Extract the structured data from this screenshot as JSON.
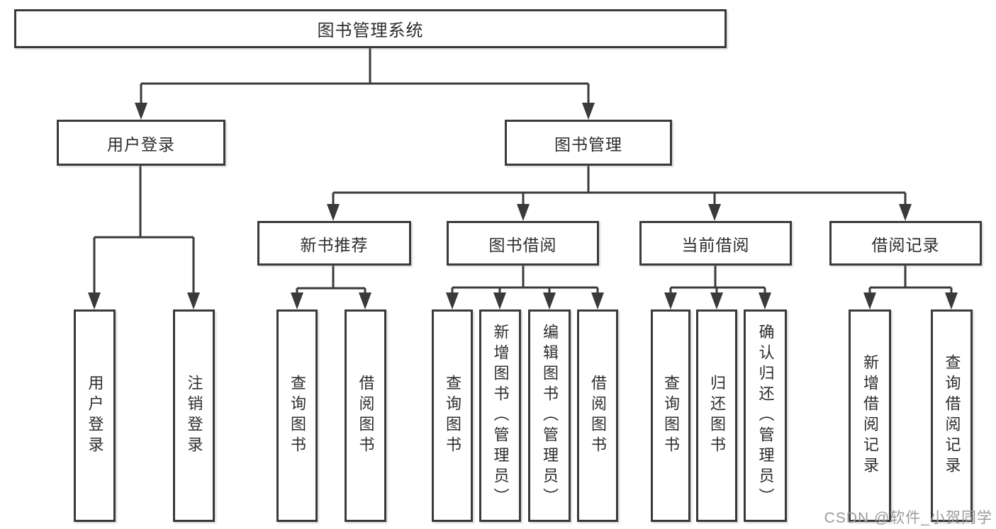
{
  "nodes": {
    "root": "图书管理系统",
    "user_login": "用户登录",
    "book_management": "图书管理",
    "new_book_recommend": "新书推荐",
    "book_borrow": "图书借阅",
    "current_borrow": "当前借阅",
    "borrow_record": "借阅记录"
  },
  "leaves": {
    "user_login": [
      "用户登录",
      "注销登录"
    ],
    "new_book_recommend": [
      "查询图书",
      "借阅图书"
    ],
    "book_borrow": [
      "查询图书",
      "新增图书（管理员）",
      "编辑图书（管理员）",
      "借阅图书"
    ],
    "current_borrow": [
      "查询图书",
      "归还图书",
      "确认归还（管理员）"
    ],
    "borrow_record": [
      "新增借阅记录",
      "查询借阅记录"
    ]
  },
  "watermark": "CSDN @软件_小贺同学",
  "colors": {
    "line": "#3a3a3a",
    "text": "#2d2d2d",
    "watermark": "#9b9b9b",
    "background": "#ffffff"
  }
}
